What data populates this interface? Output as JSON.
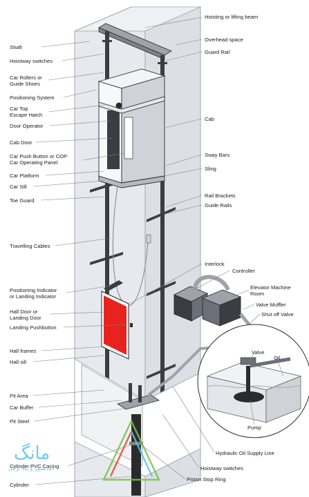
{
  "labels": {
    "shaft": "Shaft",
    "hoistway_switches_top": "Hoistway switches",
    "car_rollers": "Car Rollers or\nGuide Shoes",
    "positioning_system": "Positioning System",
    "car_top_escape": "Car Top\nEscape Hatch",
    "door_operator": "Door Operator",
    "cab_door": "Cab Door",
    "car_push_button": "Car Push Button or COP\nCar Operating Panel",
    "car_platform": "Car Platform",
    "car_sill": "Car Sill",
    "toe_guard": "Toe Guard",
    "travelling_cables": "Travelling Cables",
    "positioning_indicator": "Positioning Indicator\nor Landing Indicator",
    "hall_door": "Hall Door or\nLanding Door",
    "landing_pushbutton": "Landing Pushbutton",
    "hall_frames": "Hall frames",
    "hall_sill": "Hall sill",
    "pit_area": "Pit Area",
    "car_buffer": "Car Buffer",
    "pit_steel": "Pit Steel",
    "cylinder_pvc": "Cylinder PVC Cacing",
    "cylinder": "Cylinder",
    "hoisting_beam": "Hoisting or lifting beam",
    "overhead_space": "Overhead space",
    "guard_rail": "Guard Rail",
    "cab": "Cab",
    "sway_bars": "Sway Bars",
    "sling": "Sling",
    "rail_brackets": "Rail Brackets",
    "guide_rails": "Guide Rails",
    "interlock": "Interlock",
    "controller": "Controller",
    "machine_room": "Elevator Machine\nRoom",
    "valve_muffler": "Valve Muffler",
    "shut_off_valve": "Shut off Valve",
    "valve": "Valve",
    "oil": "Oil",
    "pump": "Pump",
    "hydraulic_line": "Hydraulic Oil Supply Line",
    "hoistway_switches_bottom": "Hoistway switches",
    "piston_stop_ring": "Piston Stop Ring"
  },
  "watermark": {
    "brand": "مانگ",
    "tagline": "آسانسور و پله برقی"
  },
  "colors": {
    "rail": "#3b3d42",
    "door_red": "#e8231f",
    "shaft_fill": "#e9ebee",
    "stroke": "#2b2b2b",
    "accent_blue": "#5cc3e6",
    "accent_green": "#7ac24a",
    "accent_red": "#e64a3b"
  }
}
